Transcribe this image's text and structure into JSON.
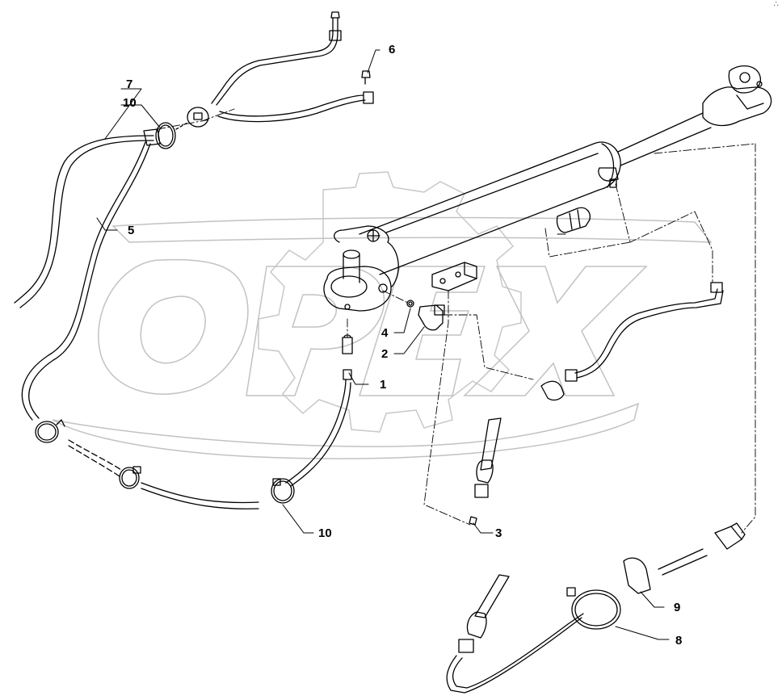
{
  "diagram": {
    "callouts": [
      {
        "id": "c1",
        "label": "1"
      },
      {
        "id": "c2",
        "label": "2"
      },
      {
        "id": "c3",
        "label": "3"
      },
      {
        "id": "c4",
        "label": "4"
      },
      {
        "id": "c5",
        "label": "5"
      },
      {
        "id": "c6",
        "label": "6"
      },
      {
        "id": "c7",
        "label": "7"
      },
      {
        "id": "c8",
        "label": "8"
      },
      {
        "id": "c9",
        "label": "9"
      },
      {
        "id": "c10a",
        "label": "10"
      },
      {
        "id": "c10b",
        "label": "10"
      }
    ],
    "watermark": {
      "brand": "OPEX",
      "color": "#bdbdbd"
    },
    "corner_mark": "∴"
  }
}
